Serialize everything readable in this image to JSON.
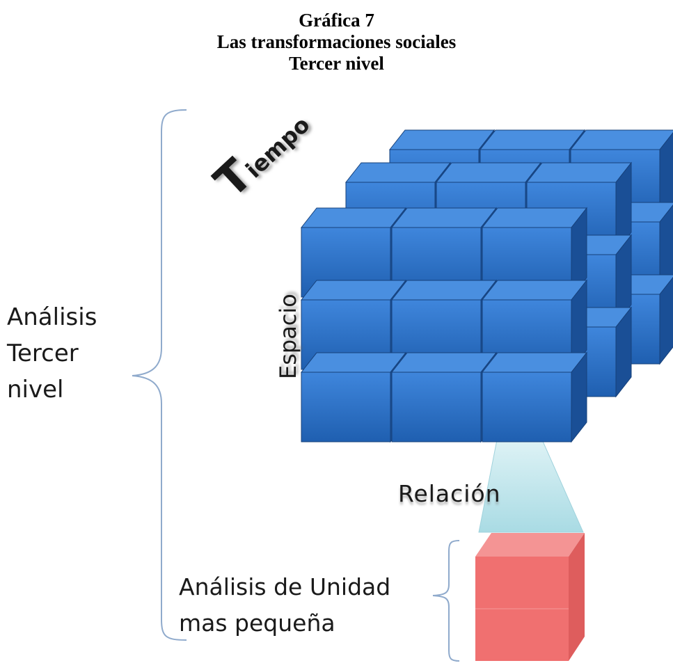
{
  "title": {
    "line1": "Gráfica 7",
    "line2": "Las transformaciones sociales",
    "line3": "Tercer nivel"
  },
  "axes": {
    "tiempo_initial": "T",
    "tiempo_rest": "iempo",
    "espacio": "Espacio",
    "relacion": "Relación"
  },
  "left_group": {
    "line1": "Análisis",
    "line2": "Tercer",
    "line3": "nivel"
  },
  "unit_group": {
    "line1": "Análisis de  Unidad",
    "line2": "mas pequeña"
  },
  "colors": {
    "cube_face": "#2b6fc4",
    "cube_top": "#4a8fe0",
    "cube_side": "#1a4f96",
    "unit_cube": "#f07070",
    "brace": "#8faacc",
    "beam": "#bfe6ec"
  }
}
